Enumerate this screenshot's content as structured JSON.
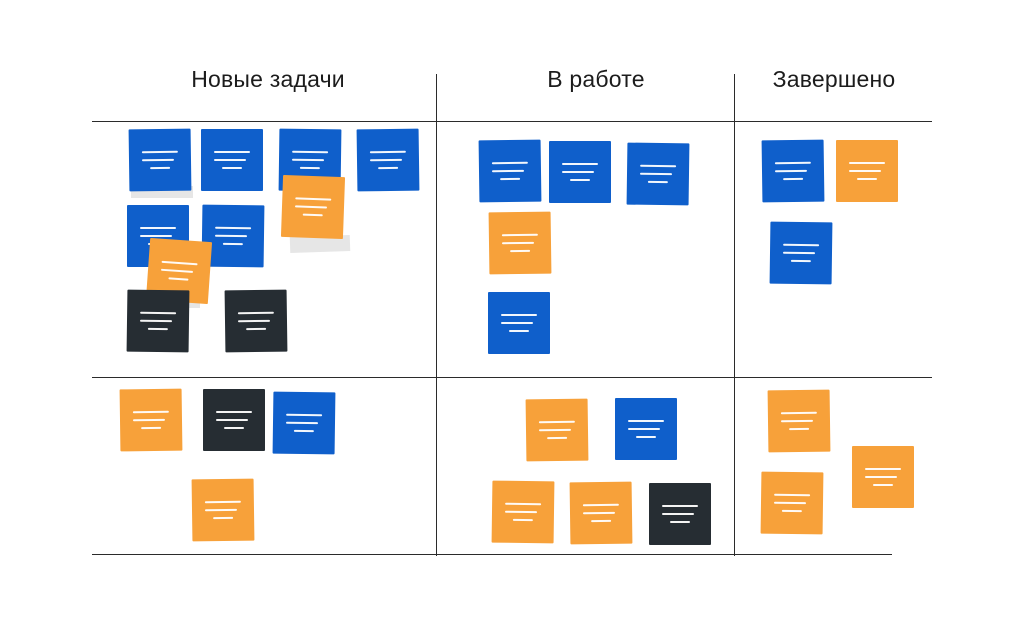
{
  "columns": [
    {
      "title": "Новые задачи"
    },
    {
      "title": "В работе"
    },
    {
      "title": "Завершено"
    }
  ],
  "colors": {
    "blue": "#0f5fcb",
    "orange": "#f7a13a",
    "dark": "#262d33",
    "line": "#2b2b2b"
  },
  "notes": {
    "new_upper": [
      "blue",
      "blue",
      "blue",
      "blue",
      "blue",
      "blue",
      "orange",
      "orange",
      "dark",
      "dark"
    ],
    "new_lower": [
      "orange",
      "dark",
      "blue",
      "orange"
    ],
    "progress_upper": [
      "blue",
      "blue",
      "blue",
      "orange",
      "blue"
    ],
    "progress_lower": [
      "orange",
      "blue",
      "orange",
      "orange",
      "dark"
    ],
    "done_upper": [
      "blue",
      "orange",
      "blue"
    ],
    "done_lower": [
      "orange",
      "orange",
      "orange"
    ]
  }
}
